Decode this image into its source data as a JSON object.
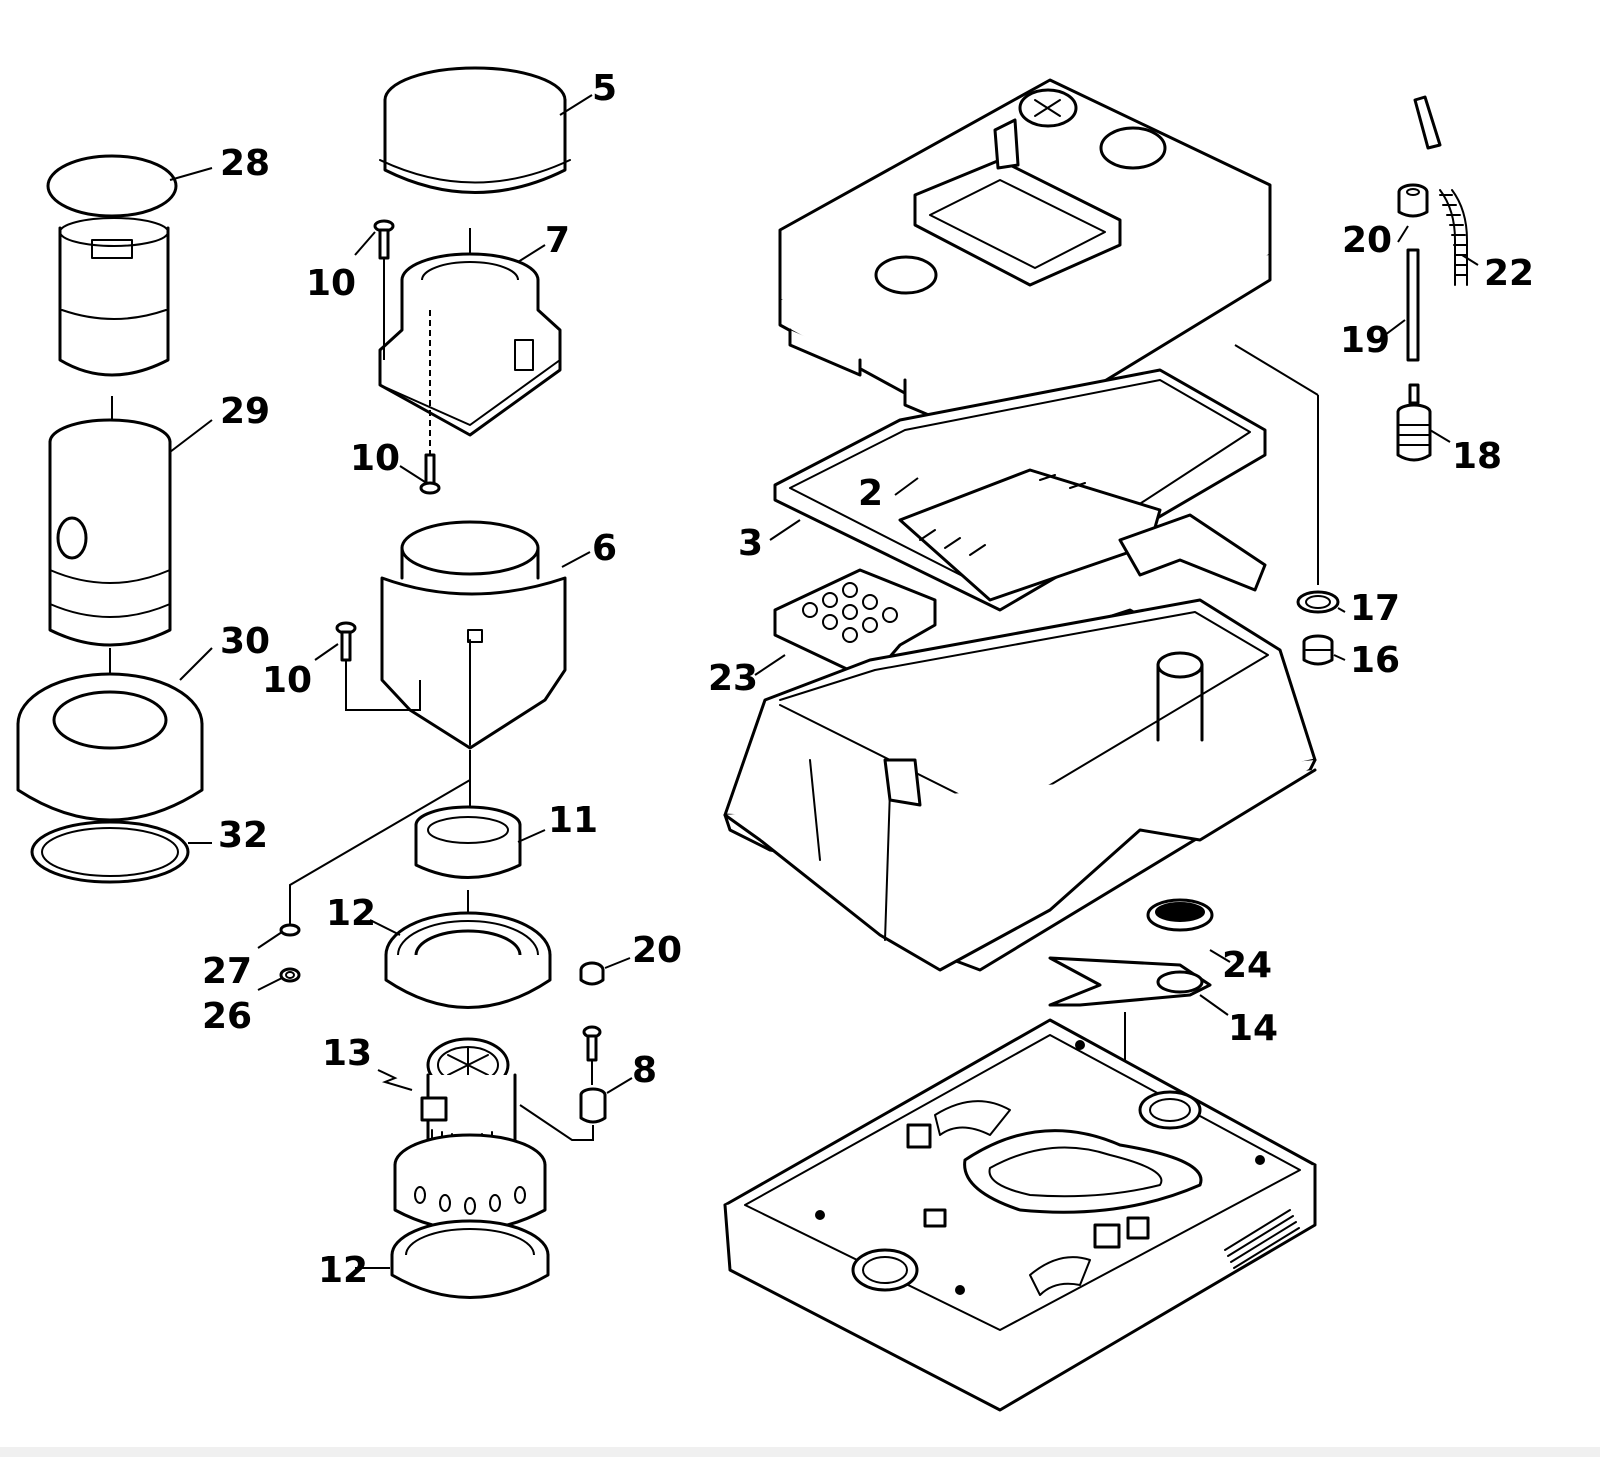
{
  "callouts": {
    "c2": "2",
    "c3": "3",
    "c5": "5",
    "c6": "6",
    "c7": "7",
    "c8": "8",
    "c10a": "10",
    "c10b": "10",
    "c10c": "10",
    "c11": "11",
    "c12a": "12",
    "c12b": "12",
    "c13": "13",
    "c14": "14",
    "c16": "16",
    "c17": "17",
    "c18": "18",
    "c19": "19",
    "c20a": "20",
    "c20b": "20",
    "c22": "22",
    "c23": "23",
    "c24": "24",
    "c26": "26",
    "c27": "27",
    "c28": "28",
    "c29": "29",
    "c30": "30",
    "c32": "32"
  },
  "colors": {
    "line": "#000000",
    "fill": "#ffffff",
    "footer": "#f0f0f0"
  }
}
